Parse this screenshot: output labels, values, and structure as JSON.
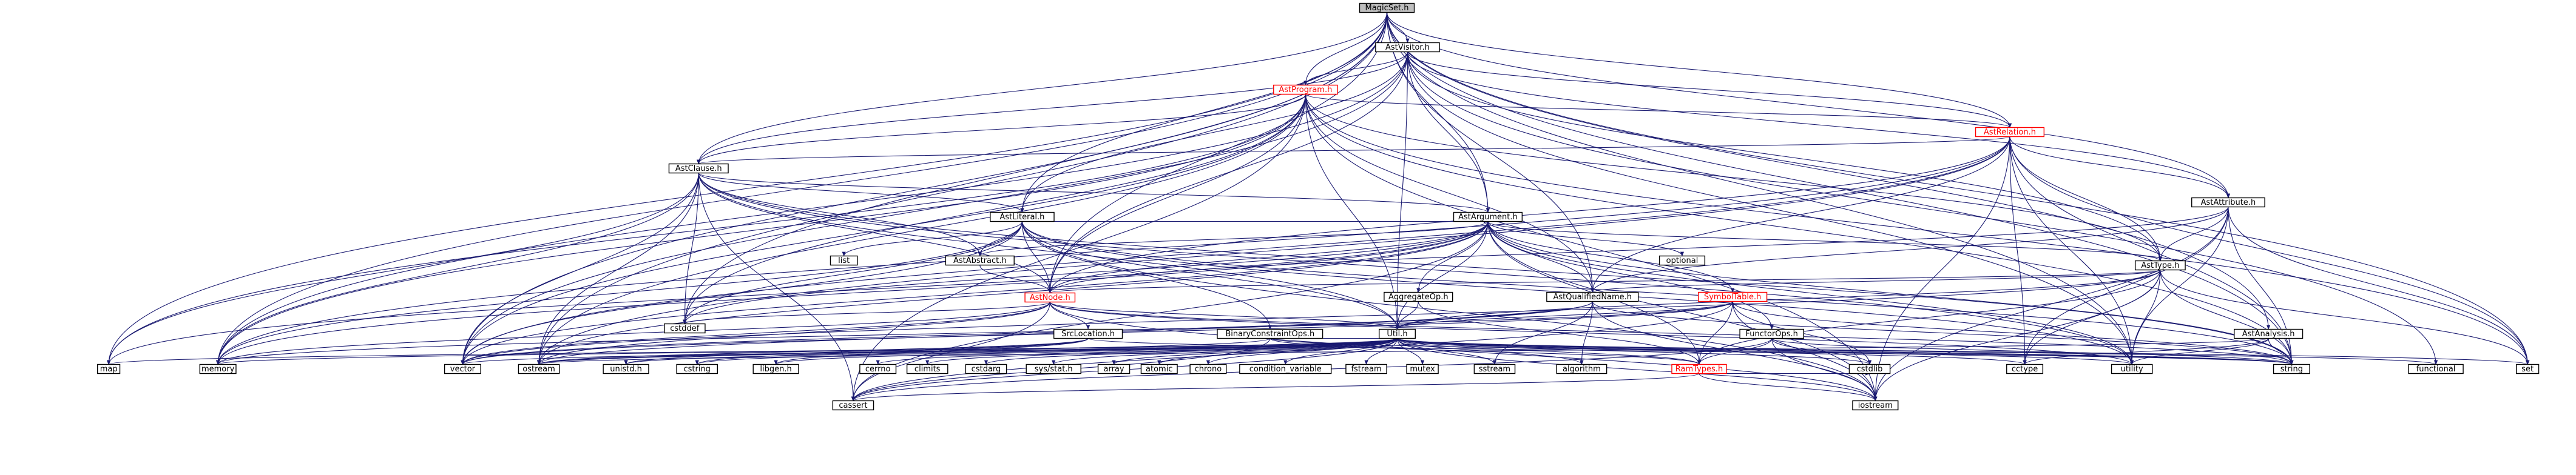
{
  "colors": {
    "edge": "#191970",
    "root_fill": "#bfbfbf",
    "node_fill": "#ffffff",
    "node_border": "#000000",
    "linked_border": "#ff0000",
    "text": "#000000",
    "linked_text": "#ff0000"
  },
  "nodes": [
    {
      "id": "magicset",
      "label": "MagicSet.h",
      "kind": "root"
    },
    {
      "id": "astvisitor",
      "label": "AstVisitor.h",
      "kind": "plain"
    },
    {
      "id": "astprogram",
      "label": "AstProgram.h",
      "kind": "linked"
    },
    {
      "id": "astrelation",
      "label": "AstRelation.h",
      "kind": "linked"
    },
    {
      "id": "astclause",
      "label": "AstClause.h",
      "kind": "plain"
    },
    {
      "id": "astattribute",
      "label": "AstAttribute.h",
      "kind": "plain"
    },
    {
      "id": "astliteral",
      "label": "AstLiteral.h",
      "kind": "plain"
    },
    {
      "id": "astargument",
      "label": "AstArgument.h",
      "kind": "plain"
    },
    {
      "id": "asttype",
      "label": "AstType.h",
      "kind": "plain"
    },
    {
      "id": "astabstract",
      "label": "AstAbstract.h",
      "kind": "plain"
    },
    {
      "id": "list",
      "label": "list",
      "kind": "plain"
    },
    {
      "id": "optional",
      "label": "optional",
      "kind": "plain"
    },
    {
      "id": "astnode",
      "label": "AstNode.h",
      "kind": "linked"
    },
    {
      "id": "aggregateop",
      "label": "AggregateOp.h",
      "kind": "plain"
    },
    {
      "id": "astqualifiedname",
      "label": "AstQualifiedName.h",
      "kind": "plain"
    },
    {
      "id": "symboltable",
      "label": "SymbolTable.h",
      "kind": "linked"
    },
    {
      "id": "cstddef",
      "label": "cstddef",
      "kind": "plain"
    },
    {
      "id": "srclocation",
      "label": "SrcLocation.h",
      "kind": "plain"
    },
    {
      "id": "binaryconstraintops",
      "label": "BinaryConstraintOps.h",
      "kind": "plain"
    },
    {
      "id": "utilh",
      "label": "Util.h",
      "kind": "plain"
    },
    {
      "id": "functorops",
      "label": "FunctorOps.h",
      "kind": "plain"
    },
    {
      "id": "astanalysis",
      "label": "AstAnalysis.h",
      "kind": "plain"
    },
    {
      "id": "map",
      "label": "map",
      "kind": "plain"
    },
    {
      "id": "memory",
      "label": "memory",
      "kind": "plain"
    },
    {
      "id": "vector",
      "label": "vector",
      "kind": "plain"
    },
    {
      "id": "ostream",
      "label": "ostream",
      "kind": "plain"
    },
    {
      "id": "unistd",
      "label": "unistd.h",
      "kind": "plain"
    },
    {
      "id": "cstring",
      "label": "cstring",
      "kind": "plain"
    },
    {
      "id": "libgen",
      "label": "libgen.h",
      "kind": "plain"
    },
    {
      "id": "cerrno",
      "label": "cerrno",
      "kind": "plain"
    },
    {
      "id": "climits",
      "label": "climits",
      "kind": "plain"
    },
    {
      "id": "cstdarg",
      "label": "cstdarg",
      "kind": "plain"
    },
    {
      "id": "sysstat",
      "label": "sys/stat.h",
      "kind": "plain"
    },
    {
      "id": "array",
      "label": "array",
      "kind": "plain"
    },
    {
      "id": "atomic",
      "label": "atomic",
      "kind": "plain"
    },
    {
      "id": "chrono",
      "label": "chrono",
      "kind": "plain"
    },
    {
      "id": "condvar",
      "label": "condition_variable",
      "kind": "plain"
    },
    {
      "id": "fstream",
      "label": "fstream",
      "kind": "plain"
    },
    {
      "id": "mutex",
      "label": "mutex",
      "kind": "plain"
    },
    {
      "id": "sstream",
      "label": "sstream",
      "kind": "plain"
    },
    {
      "id": "algorithm",
      "label": "algorithm",
      "kind": "plain"
    },
    {
      "id": "ramtypes",
      "label": "RamTypes.h",
      "kind": "linked"
    },
    {
      "id": "cstdlib",
      "label": "cstdlib",
      "kind": "plain"
    },
    {
      "id": "cctype",
      "label": "cctype",
      "kind": "plain"
    },
    {
      "id": "utility",
      "label": "utility",
      "kind": "plain"
    },
    {
      "id": "string",
      "label": "string",
      "kind": "plain"
    },
    {
      "id": "functional",
      "label": "functional",
      "kind": "plain"
    },
    {
      "id": "set",
      "label": "set",
      "kind": "plain"
    },
    {
      "id": "cassert",
      "label": "cassert",
      "kind": "plain"
    },
    {
      "id": "iostream",
      "label": "iostream",
      "kind": "plain"
    }
  ],
  "edges": [
    [
      "magicset",
      "astvisitor"
    ],
    [
      "magicset",
      "astprogram"
    ],
    [
      "magicset",
      "astclause"
    ],
    [
      "magicset",
      "astliteral"
    ],
    [
      "magicset",
      "astargument"
    ],
    [
      "magicset",
      "astnode"
    ],
    [
      "magicset",
      "astqualifiedname"
    ],
    [
      "magicset",
      "astanalysis"
    ],
    [
      "magicset",
      "astrelation"
    ],
    [
      "magicset",
      "astattribute"
    ],
    [
      "magicset",
      "map"
    ],
    [
      "magicset",
      "memory"
    ],
    [
      "magicset",
      "vector"
    ],
    [
      "magicset",
      "ostream"
    ],
    [
      "magicset",
      "set"
    ],
    [
      "magicset",
      "string"
    ],
    [
      "magicset",
      "utility"
    ],
    [
      "magicset",
      "cstddef"
    ],
    [
      "astvisitor",
      "astprogram"
    ],
    [
      "astvisitor",
      "astrelation"
    ],
    [
      "astvisitor",
      "astclause"
    ],
    [
      "astvisitor",
      "astattribute"
    ],
    [
      "astvisitor",
      "astliteral"
    ],
    [
      "astvisitor",
      "astargument"
    ],
    [
      "astvisitor",
      "asttype"
    ],
    [
      "astvisitor",
      "astnode"
    ],
    [
      "astvisitor",
      "utilh"
    ],
    [
      "astvisitor",
      "vector"
    ],
    [
      "astvisitor",
      "memory"
    ],
    [
      "astvisitor",
      "functional"
    ],
    [
      "astvisitor",
      "utility"
    ],
    [
      "astvisitor",
      "typeinfo_skip"
    ],
    [
      "astprogram",
      "astrelation"
    ],
    [
      "astprogram",
      "astclause"
    ],
    [
      "astprogram",
      "asttype"
    ],
    [
      "astprogram",
      "astnode"
    ],
    [
      "astprogram",
      "astqualifiedname"
    ],
    [
      "astprogram",
      "utilh"
    ],
    [
      "astprogram",
      "map"
    ],
    [
      "astprogram",
      "vector"
    ],
    [
      "astprogram",
      "memory"
    ],
    [
      "astprogram",
      "string"
    ],
    [
      "astprogram",
      "set"
    ],
    [
      "astprogram",
      "cassert"
    ],
    [
      "astprogram",
      "cstddef"
    ],
    [
      "astprogram",
      "iostream"
    ],
    [
      "astprogram",
      "ostream"
    ],
    [
      "astrelation",
      "astattribute"
    ],
    [
      "astrelation",
      "astclause"
    ],
    [
      "astrelation",
      "asttype"
    ],
    [
      "astrelation",
      "astnode"
    ],
    [
      "astrelation",
      "astqualifiedname"
    ],
    [
      "astrelation",
      "memory"
    ],
    [
      "astrelation",
      "vector"
    ],
    [
      "astrelation",
      "set"
    ],
    [
      "astrelation",
      "string"
    ],
    [
      "astrelation",
      "utility"
    ],
    [
      "astrelation",
      "cctype"
    ],
    [
      "astrelation",
      "iostream"
    ],
    [
      "astrelation",
      "ostream"
    ],
    [
      "astclause",
      "astliteral"
    ],
    [
      "astclause",
      "astargument"
    ],
    [
      "astclause",
      "astabstract"
    ],
    [
      "astclause",
      "astnode"
    ],
    [
      "astclause",
      "utilh"
    ],
    [
      "astclause",
      "map"
    ],
    [
      "astclause",
      "memory"
    ],
    [
      "astclause",
      "vector"
    ],
    [
      "astclause",
      "ostream"
    ],
    [
      "astclause",
      "cassert"
    ],
    [
      "astclause",
      "cstddef"
    ],
    [
      "astclause",
      "string"
    ],
    [
      "astclause",
      "utility"
    ],
    [
      "astattribute",
      "asttype"
    ],
    [
      "astattribute",
      "astnode"
    ],
    [
      "astattribute",
      "astqualifiedname"
    ],
    [
      "astattribute",
      "string"
    ],
    [
      "astattribute",
      "cctype"
    ],
    [
      "astattribute",
      "utility"
    ],
    [
      "astattribute",
      "set"
    ],
    [
      "astattribute",
      "iostream"
    ],
    [
      "astliteral",
      "astabstract"
    ],
    [
      "astliteral",
      "astargument"
    ],
    [
      "astliteral",
      "astnode"
    ],
    [
      "astliteral",
      "binaryconstraintops"
    ],
    [
      "astliteral",
      "utilh"
    ],
    [
      "astliteral",
      "list"
    ],
    [
      "astliteral",
      "memory"
    ],
    [
      "astliteral",
      "vector"
    ],
    [
      "astliteral",
      "string"
    ],
    [
      "astliteral",
      "cstddef"
    ],
    [
      "astliteral",
      "iostream"
    ],
    [
      "astliteral",
      "utility"
    ],
    [
      "astargument",
      "astabstract"
    ],
    [
      "astargument",
      "asttype"
    ],
    [
      "astargument",
      "astnode"
    ],
    [
      "astargument",
      "aggregateop"
    ],
    [
      "astargument",
      "astqualifiedname"
    ],
    [
      "astargument",
      "symboltable"
    ],
    [
      "astargument",
      "functorops"
    ],
    [
      "astargument",
      "ramtypes"
    ],
    [
      "astargument",
      "utilh"
    ],
    [
      "astargument",
      "optional"
    ],
    [
      "astargument",
      "memory"
    ],
    [
      "astargument",
      "vector"
    ],
    [
      "astargument",
      "string"
    ],
    [
      "astargument",
      "cstddef"
    ],
    [
      "astargument",
      "iostream"
    ],
    [
      "astargument",
      "ostream"
    ],
    [
      "astargument",
      "utility"
    ],
    [
      "astargument",
      "cassert"
    ],
    [
      "astargument",
      "map"
    ],
    [
      "asttype",
      "astnode"
    ],
    [
      "asttype",
      "astqualifiedname"
    ],
    [
      "asttype",
      "ramtypes"
    ],
    [
      "asttype",
      "utilh"
    ],
    [
      "asttype",
      "set"
    ],
    [
      "asttype",
      "string"
    ],
    [
      "asttype",
      "utility"
    ],
    [
      "asttype",
      "vector"
    ],
    [
      "asttype",
      "iostream"
    ],
    [
      "asttype",
      "cctype"
    ],
    [
      "astabstract",
      "astnode"
    ],
    [
      "astnode",
      "srclocation"
    ],
    [
      "astnode",
      "utilh"
    ],
    [
      "astnode",
      "memory"
    ],
    [
      "astnode",
      "vector"
    ],
    [
      "astnode",
      "string"
    ],
    [
      "astnode",
      "cstddef"
    ],
    [
      "astnode",
      "iostream"
    ],
    [
      "astnode",
      "ostream"
    ],
    [
      "astnode",
      "utility"
    ],
    [
      "astnode",
      "cassert"
    ],
    [
      "aggregateop",
      "utilh"
    ],
    [
      "aggregateop",
      "ramtypes"
    ],
    [
      "astqualifiedname",
      "utilh"
    ],
    [
      "astqualifiedname",
      "string"
    ],
    [
      "astqualifiedname",
      "vector"
    ],
    [
      "astqualifiedname",
      "algorithm"
    ],
    [
      "astqualifiedname",
      "iostream"
    ],
    [
      "astqualifiedname",
      "sstream"
    ],
    [
      "astqualifiedname",
      "ostream"
    ],
    [
      "symboltable",
      "utilh"
    ],
    [
      "symboltable",
      "ramtypes"
    ],
    [
      "symboltable",
      "string"
    ],
    [
      "symboltable",
      "vector"
    ],
    [
      "symboltable",
      "iostream"
    ],
    [
      "symboltable",
      "cstdlib"
    ],
    [
      "symboltable",
      "memory"
    ],
    [
      "symboltable",
      "cassert"
    ],
    [
      "srclocation",
      "string"
    ],
    [
      "srclocation",
      "ostream"
    ],
    [
      "srclocation",
      "libgen"
    ],
    [
      "srclocation",
      "unistd"
    ],
    [
      "srclocation",
      "cstring"
    ],
    [
      "binaryconstraintops",
      "utilh"
    ],
    [
      "binaryconstraintops",
      "ramtypes"
    ],
    [
      "binaryconstraintops",
      "ostream"
    ],
    [
      "binaryconstraintops",
      "cassert"
    ],
    [
      "binaryconstraintops",
      "string"
    ],
    [
      "utilh",
      "ramtypes"
    ],
    [
      "utilh",
      "map"
    ],
    [
      "utilh",
      "memory"
    ],
    [
      "utilh",
      "vector"
    ],
    [
      "utilh",
      "ostream"
    ],
    [
      "utilh",
      "unistd"
    ],
    [
      "utilh",
      "cstring"
    ],
    [
      "utilh",
      "libgen"
    ],
    [
      "utilh",
      "cerrno"
    ],
    [
      "utilh",
      "climits"
    ],
    [
      "utilh",
      "cstdarg"
    ],
    [
      "utilh",
      "sysstat"
    ],
    [
      "utilh",
      "array"
    ],
    [
      "utilh",
      "atomic"
    ],
    [
      "utilh",
      "chrono"
    ],
    [
      "utilh",
      "condvar"
    ],
    [
      "utilh",
      "fstream"
    ],
    [
      "utilh",
      "mutex"
    ],
    [
      "utilh",
      "sstream"
    ],
    [
      "utilh",
      "algorithm"
    ],
    [
      "utilh",
      "cstdlib"
    ],
    [
      "utilh",
      "cctype"
    ],
    [
      "utilh",
      "utility"
    ],
    [
      "utilh",
      "string"
    ],
    [
      "utilh",
      "functional"
    ],
    [
      "utilh",
      "set"
    ],
    [
      "utilh",
      "cassert"
    ],
    [
      "utilh",
      "iostream"
    ],
    [
      "functorops",
      "ramtypes"
    ],
    [
      "functorops",
      "cstdlib"
    ],
    [
      "functorops",
      "string"
    ],
    [
      "functorops",
      "iostream"
    ],
    [
      "functorops",
      "cassert"
    ],
    [
      "astanalysis",
      "string"
    ],
    [
      "astanalysis",
      "ostream"
    ],
    [
      "astanalysis",
      "utility"
    ],
    [
      "astanalysis",
      "cctype"
    ],
    [
      "ramtypes",
      "cstdlib"
    ],
    [
      "ramtypes",
      "cassert"
    ],
    [
      "ramtypes",
      "iostream"
    ]
  ]
}
